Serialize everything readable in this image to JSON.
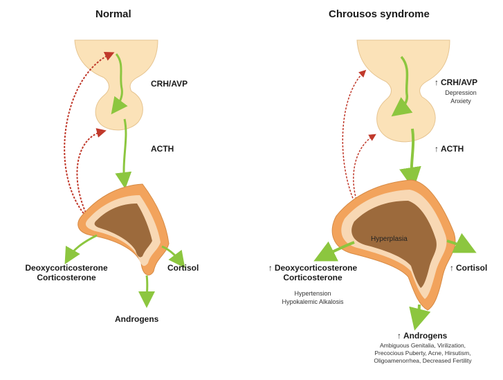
{
  "colors": {
    "hypothalamus": "#fbe2b8",
    "hypothalamus_edge": "#e6c490",
    "green_arrow": "#8cc63f",
    "feedback_arrow": "#c0392b",
    "adrenal_outer": "#f2a35c",
    "adrenal_mid": "#f8d8b4",
    "adrenal_inner": "#9c6a3c"
  },
  "normal": {
    "title": "Normal",
    "crh_label": "CRH/AVP",
    "acth_label": "ACTH",
    "mineralo_line1": "Deoxycorticosterone",
    "mineralo_line2": "Corticosterone",
    "cortisol_label": "Cortisol",
    "androgens_label": "Androgens"
  },
  "chrousos": {
    "title": "Chrousos syndrome",
    "up_arrow": "↑",
    "crh_label": "CRH/AVP",
    "crh_notes": [
      "Depression",
      "Anxiety"
    ],
    "acth_label": "ACTH",
    "hyperplasia_label": "Hyperplasia",
    "mineralo_line1": "Deoxycorticosterone",
    "mineralo_line2": "Corticosterone",
    "mineralo_notes": [
      "Hypertension",
      "Hypokalemic Alkalosis"
    ],
    "cortisol_label": "Cortisol",
    "androgens_label": "Androgens",
    "androgen_notes": [
      "Ambiguous Genitalia,  Virilization,",
      "Precocious Puberty,  Acne,  Hirsutism,",
      "Oligoamenorrhea,  Decreased Fertility"
    ]
  }
}
